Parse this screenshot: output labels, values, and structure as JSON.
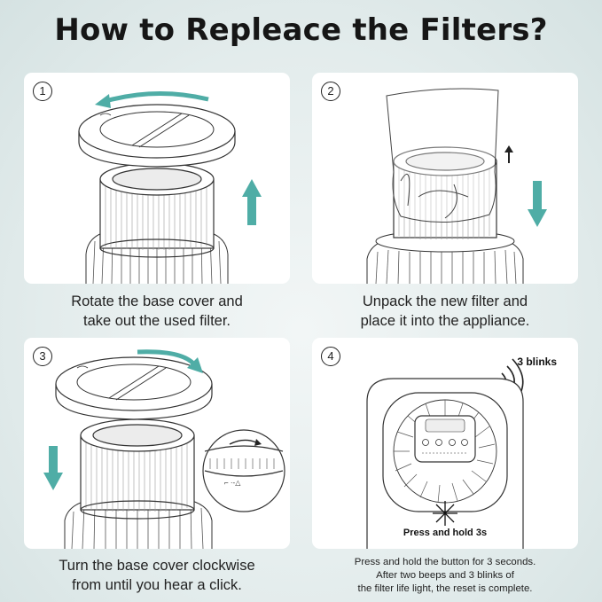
{
  "title": "How to Repleace the Filters?",
  "steps": [
    {
      "number": "1",
      "lines": [
        "Rotate the base cover and",
        "take out the used filter."
      ]
    },
    {
      "number": "2",
      "lines": [
        "Unpack the new filter and",
        "place it into the appliance."
      ]
    },
    {
      "number": "3",
      "lines": [
        "Turn the base cover clockwise",
        "from until you hear a click."
      ]
    },
    {
      "number": "4",
      "lines": [
        "Press and hold the button for 3 seconds.",
        "After two beeps and 3 blinks of",
        "the filter life light, the reset is complete."
      ]
    }
  ],
  "labels": {
    "blinks": "3 blinks",
    "press_hold": "Press and hold 3s"
  },
  "colors": {
    "accent": "#4fada6",
    "background": "#e4eded"
  }
}
